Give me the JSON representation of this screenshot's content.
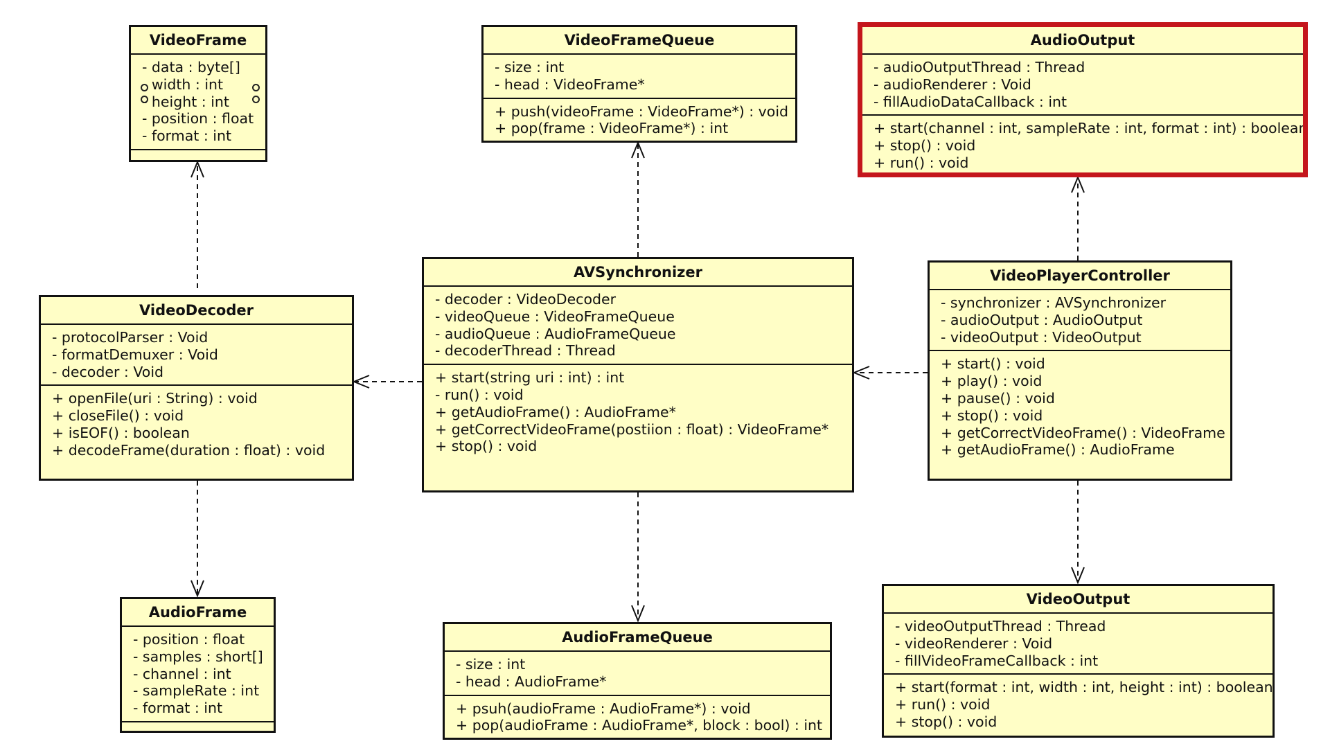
{
  "classes": [
    {
      "id": "VideoFrame",
      "name": "VideoFrame",
      "attributes": [
        "- data : byte[]",
        "- width : int",
        "- height : int",
        "- position : float",
        "- format : int"
      ],
      "operations": []
    },
    {
      "id": "VideoFrameQueue",
      "name": "VideoFrameQueue",
      "attributes": [
        "- size : int",
        "- head : VideoFrame*"
      ],
      "operations": [
        "+ push(videoFrame : VideoFrame*) : void",
        "+ pop(frame : VideoFrame*) : int"
      ]
    },
    {
      "id": "AudioOutput",
      "name": "AudioOutput",
      "attributes": [
        "- audioOutputThread : Thread",
        "- audioRenderer : Void",
        "- fillAudioDataCallback : int"
      ],
      "operations": [
        "+ start(channel : int, sampleRate : int, format : int) : boolean",
        "+ stop() : void",
        "+ run() : void"
      ]
    },
    {
      "id": "VideoDecoder",
      "name": "VideoDecoder",
      "attributes": [
        "- protocolParser : Void",
        "- formatDemuxer : Void",
        "- decoder : Void"
      ],
      "operations": [
        "+ openFile(uri : String) : void",
        "+ closeFile() : void",
        "+ isEOF() : boolean",
        "+ decodeFrame(duration : float) : void"
      ]
    },
    {
      "id": "AVSynchronizer",
      "name": "AVSynchronizer",
      "attributes": [
        "- decoder : VideoDecoder",
        "- videoQueue : VideoFrameQueue",
        "- audioQueue : AudioFrameQueue",
        "- decoderThread : Thread"
      ],
      "operations": [
        "+ start(string uri : int) : int",
        "- run() : void",
        "+ getAudioFrame() : AudioFrame*",
        "+ getCorrectVideoFrame(postiion : float) : VideoFrame*",
        "+ stop() : void"
      ]
    },
    {
      "id": "VideoPlayerController",
      "name": "VideoPlayerController",
      "attributes": [
        "- synchronizer : AVSynchronizer",
        "- audioOutput : AudioOutput",
        "- videoOutput : VideoOutput"
      ],
      "operations": [
        "+ start() : void",
        "+ play() : void",
        "+ pause() : void",
        "+ stop() : void",
        "+ getCorrectVideoFrame() : VideoFrame",
        "+ getAudioFrame() : AudioFrame"
      ]
    },
    {
      "id": "AudioFrame",
      "name": "AudioFrame",
      "attributes": [
        "- position : float",
        "- samples : short[]",
        "- channel : int",
        "- sampleRate : int",
        "- format : int"
      ],
      "operations": []
    },
    {
      "id": "AudioFrameQueue",
      "name": "AudioFrameQueue",
      "attributes": [
        "- size : int",
        "- head : AudioFrame*"
      ],
      "operations": [
        "+ psuh(audioFrame : AudioFrame*) : void",
        "+ pop(audioFrame : AudioFrame*, block : bool) : int"
      ]
    },
    {
      "id": "VideoOutput",
      "name": "VideoOutput",
      "attributes": [
        "- videoOutputThread : Thread",
        "- videoRenderer : Void",
        "- fillVideoFrameCallback : int"
      ],
      "operations": [
        "+ start(format : int, width : int, height : int) : boolean",
        "+ run() : void",
        "+ stop() : void"
      ]
    }
  ],
  "dependencies": [
    {
      "from": "VideoDecoder",
      "to": "VideoFrame"
    },
    {
      "from": "VideoDecoder",
      "to": "AudioFrame"
    },
    {
      "from": "AVSynchronizer",
      "to": "VideoDecoder"
    },
    {
      "from": "AVSynchronizer",
      "to": "VideoFrameQueue"
    },
    {
      "from": "AVSynchronizer",
      "to": "AudioFrameQueue"
    },
    {
      "from": "VideoPlayerController",
      "to": "AVSynchronizer"
    },
    {
      "from": "VideoPlayerController",
      "to": "AudioOutput"
    },
    {
      "from": "VideoPlayerController",
      "to": "VideoOutput"
    }
  ],
  "highlighted_class": "AudioOutput",
  "colors": {
    "class_fill": "#fffec6",
    "border": "#111111",
    "highlight_border": "#c4161c"
  }
}
